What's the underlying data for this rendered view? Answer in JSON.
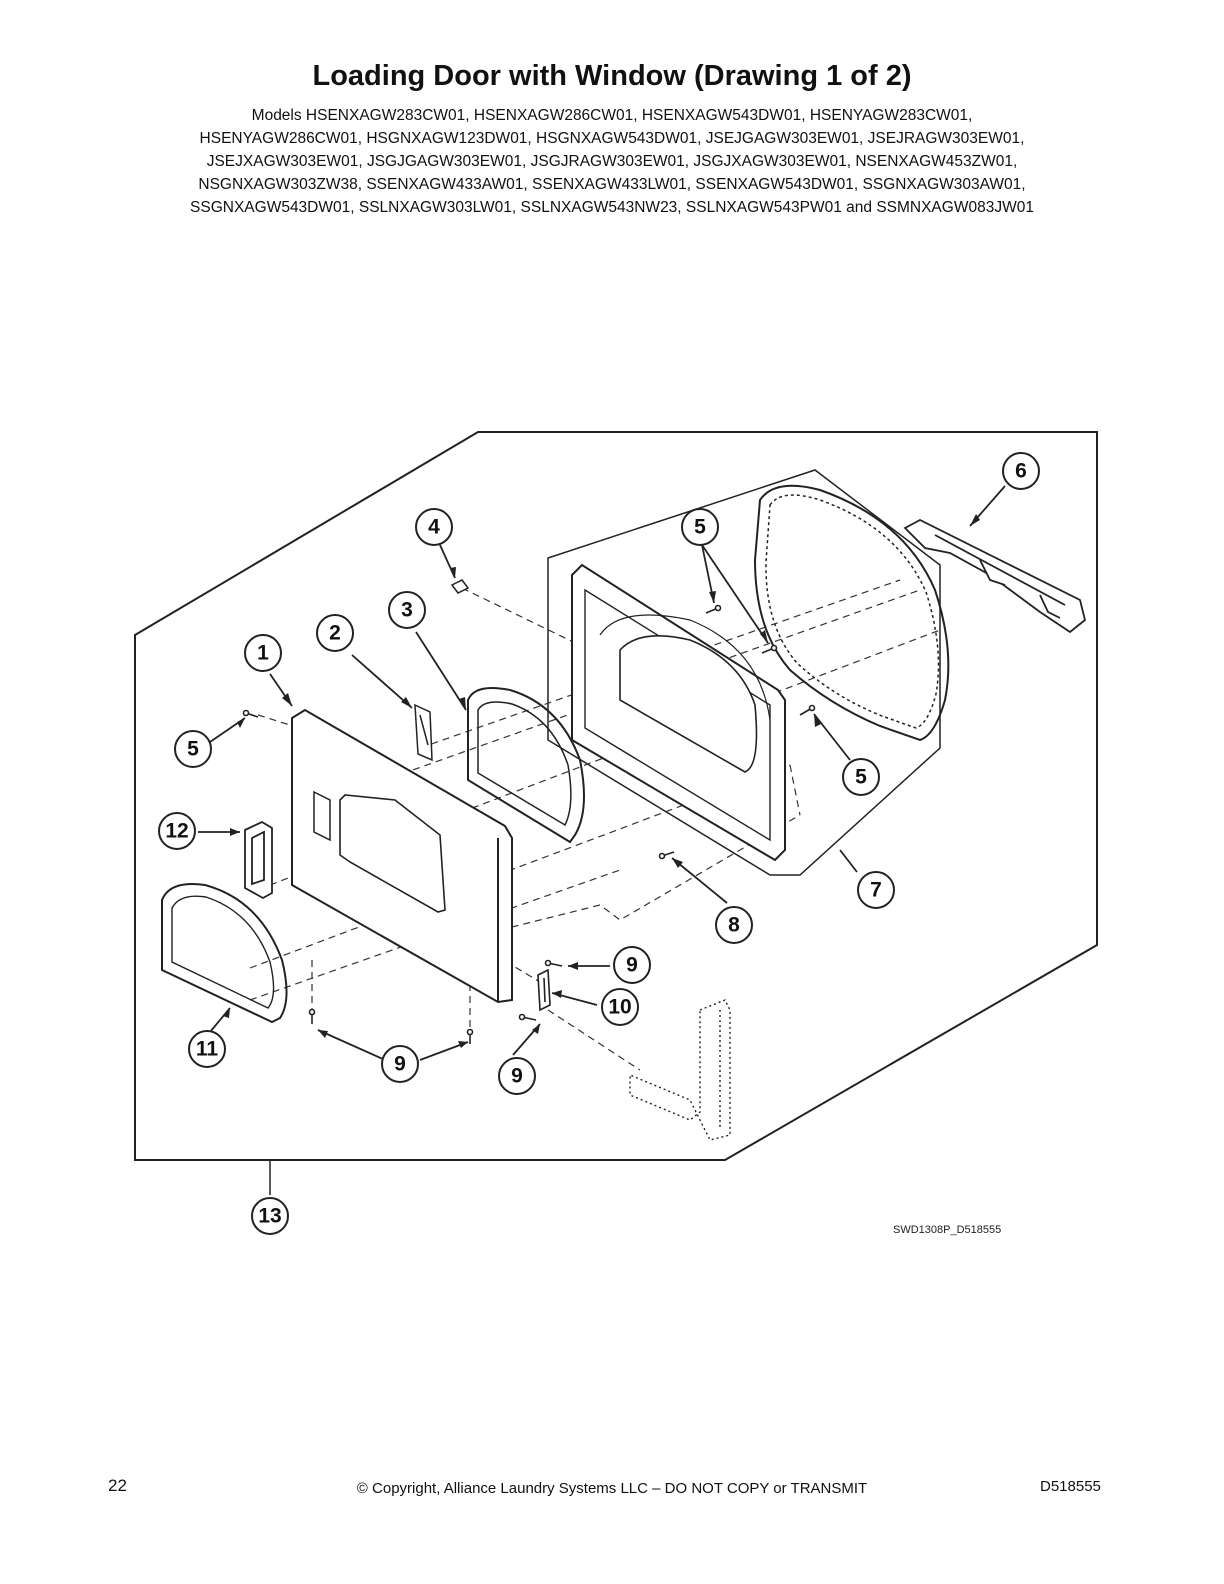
{
  "page": {
    "title": "Loading Door with Window (Drawing 1 of 2)",
    "models_lines": [
      "Models HSENXAGW283CW01, HSENXAGW286CW01, HSENXAGW543DW01, HSENYAGW283CW01,",
      "HSENYAGW286CW01, HSGNXAGW123DW01, HSGNXAGW543DW01, JSEJGAGW303EW01, JSEJRAGW303EW01,",
      "JSEJXAGW303EW01, JSGJGAGW303EW01, JSGJRAGW303EW01, JSGJXAGW303EW01, NSENXAGW453ZW01,",
      "NSGNXAGW303ZW38, SSENXAGW433AW01, SSENXAGW433LW01, SSENXAGW543DW01, SSGNXAGW303AW01,",
      "SSGNXAGW543DW01, SSLNXAGW303LW01, SSLNXAGW543NW23, SSLNXAGW543PW01 and SSMNXAGW083JW01"
    ]
  },
  "diagram": {
    "reference_code": "SWD1308P_D518555",
    "callouts": [
      "1",
      "2",
      "3",
      "4",
      "5",
      "5",
      "5",
      "6",
      "7",
      "8",
      "9",
      "10",
      "9",
      "9",
      "11",
      "12",
      "13"
    ]
  },
  "footer": {
    "page_number": "22",
    "copyright": "© Copyright, Alliance Laundry Systems LLC – DO NOT COPY or TRANSMIT",
    "doc_number": "D518555"
  }
}
